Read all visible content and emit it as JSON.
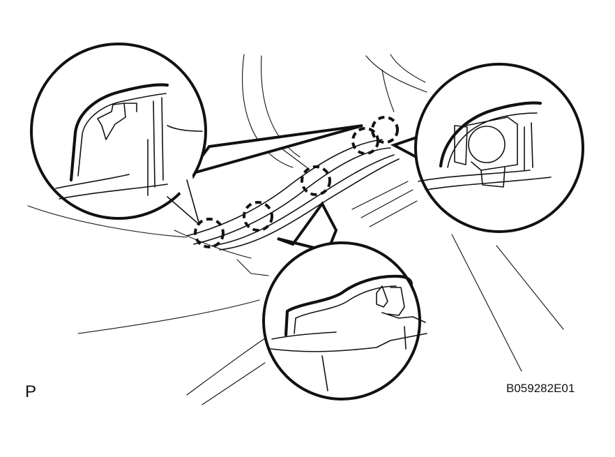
{
  "labels": {
    "view_marker": "P",
    "figure_code": "B059282E01"
  },
  "callouts": {
    "left": {
      "subject": "clip-hook-detail"
    },
    "right": {
      "subject": "round-clip-detail"
    },
    "bottom": {
      "subject": "claw-fitting-detail"
    }
  },
  "clip_markers_count": 5,
  "colors": {
    "ink": "#111111",
    "paper": "#ffffff"
  }
}
